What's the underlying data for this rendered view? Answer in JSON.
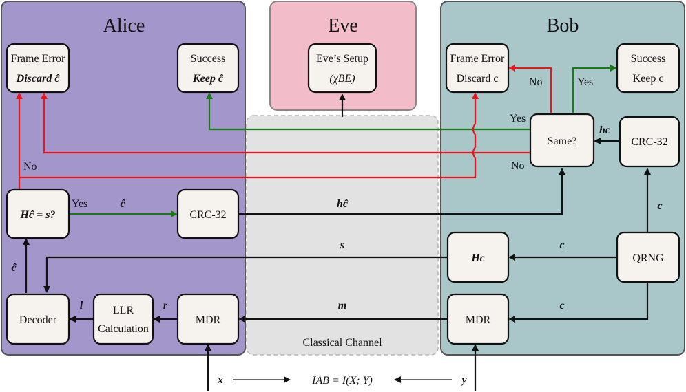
{
  "regions": {
    "alice": "Alice",
    "eve": "Eve",
    "bob": "Bob",
    "channel": "Classical Channel"
  },
  "colors": {
    "alice_bg": "#a396cb",
    "eve_bg": "#f2bcc8",
    "bob_bg": "#a9c7c9",
    "channel_bg": "#e2e2e2",
    "red_arrow": "#e8161a",
    "green_arrow": "#1a7a1a"
  },
  "alice": {
    "frame_error": [
      "Frame Error",
      "Discard ĉ"
    ],
    "success": [
      "Success",
      "Keep ĉ"
    ],
    "check": "Hĉ = s?",
    "crc": "CRC-32",
    "decoder": "Decoder",
    "llr": [
      "LLR",
      "Calculation"
    ],
    "mdr": "MDR"
  },
  "eve": {
    "setup": [
      "Eve’s Setup",
      "(χBE)"
    ]
  },
  "bob": {
    "frame_error": [
      "Frame Error",
      "Discard c"
    ],
    "success": [
      "Success",
      "Keep c"
    ],
    "same": "Same?",
    "crc": "CRC-32",
    "hc": "Hc",
    "qrng": "QRNG",
    "mdr": "MDR"
  },
  "labels": {
    "no_alice": "No",
    "yes_alice": "Yes",
    "c_hat": "ĉ",
    "c_hat_left": "ĉ",
    "l": "l",
    "r": "r",
    "h_chat": "hĉ",
    "s": "s",
    "m": "m",
    "yes_bob_top": "Yes",
    "no_bob_top": "No",
    "yes_bob_mid": "Yes",
    "no_bob_mid": "No",
    "h_c": "hc",
    "c1": "c",
    "c2": "c",
    "c3": "c",
    "x": "x",
    "y": "y",
    "mutual_info": "IAB = I(X; Y)"
  }
}
